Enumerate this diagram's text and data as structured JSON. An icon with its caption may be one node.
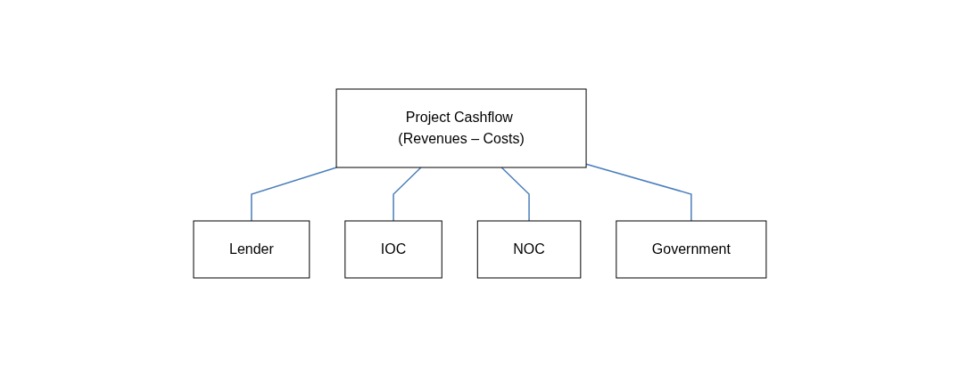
{
  "diagram": {
    "nodes": [
      {
        "text": [
          "Project Cashflow (Revenues – Costs)"
        ]
      },
      {
        "text": [
          "Lender"
        ]
      },
      {
        "text": [
          "IOC"
        ]
      },
      {
        "text": [
          "NOC"
        ]
      },
      {
        "text": [
          "Government"
        ]
      }
    ],
    "edges": [
      {
        "from": 0,
        "to": 1,
        "arrow": "none"
      },
      {
        "from": 0,
        "to": 2,
        "arrow": "none"
      },
      {
        "from": 0,
        "to": 3,
        "arrow": "none"
      },
      {
        "from": 0,
        "to": 4,
        "arrow": "none"
      }
    ]
  }
}
